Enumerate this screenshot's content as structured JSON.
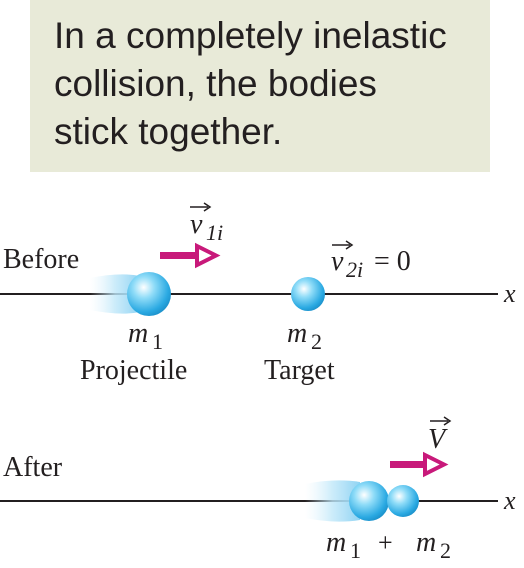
{
  "banner": {
    "lines": [
      "In a completely inelastic",
      "collision, the bodies",
      "stick together."
    ]
  },
  "before": {
    "label": "Before",
    "axis": "x",
    "v1": {
      "symbol": "v",
      "sub": "1i"
    },
    "v2": {
      "symbol": "v",
      "sub": "2i",
      "equals": "= 0"
    },
    "body1": {
      "symbol": "m",
      "sub": "1",
      "role": "Projectile"
    },
    "body2": {
      "symbol": "m",
      "sub": "2",
      "role": "Target"
    }
  },
  "after": {
    "label": "After",
    "axis": "x",
    "V": {
      "symbol": "V"
    },
    "m1": {
      "symbol": "m",
      "sub": "1"
    },
    "plus": "+",
    "m2": {
      "symbol": "m",
      "sub": "2"
    }
  },
  "colors": {
    "arrow": "#c8197a",
    "ball": "#35b5ea",
    "banner": "#e8ead8",
    "text": "#231f20"
  }
}
